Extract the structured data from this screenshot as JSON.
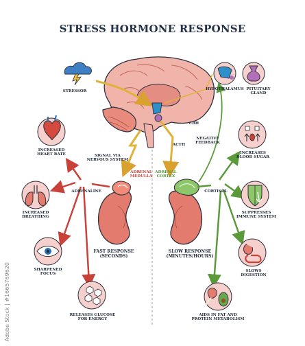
{
  "title": "STRESS HORMONE RESPONSE",
  "watermark": "Adobe Stock | #1665769620",
  "colors": {
    "outline": "#2b2f3a",
    "brain": "#f1b4aa",
    "brain_dark": "#e48d82",
    "kidney": "#e37b6e",
    "adrenal_fast": "#f28b7a",
    "adrenal_slow": "#8ec66a",
    "arrow_fast": "#c8423a",
    "arrow_slow": "#5a9a3a",
    "arrow_signal": "#e0b23a",
    "hypothalamus": "#2f8fc8",
    "pituitary": "#b06fb8"
  },
  "labels": {
    "stressor": "STRESSOR",
    "hypothalamus": "HYPOTHALAMUS",
    "pituitary": "PITUITARY\nGLAND",
    "crh": "CRH",
    "acth": "ACTH",
    "negative_feedback": "NEGATIVE\nFEEDBACK",
    "signal_nervous": "SIGNAL VIA\nNERVOUS SYSTEM",
    "adrenal_medulla": "ADRENAL\nMEDULLA",
    "adrenal_cortex": "ADRENAL\nCORTEX",
    "adrenaline": "ADRENALINE",
    "cortisol": "CORTISOL",
    "fast_response": "FAST RESPONSE\n(SECONDS)",
    "slow_response": "SLOW RESPONSE\n(MINUTES/HOURS)"
  },
  "effects_left": [
    {
      "label": "INCREASED\nHEART RATE",
      "icon": "heart-icon"
    },
    {
      "label": "INCREASED\nBREATHING",
      "icon": "lungs-icon"
    },
    {
      "label": "SHARPENED\nFOCUS",
      "icon": "eye-icon"
    },
    {
      "label": "RELEASES GLUCOSE\nFOR ENERGY",
      "icon": "glucose-icon"
    }
  ],
  "effects_right": [
    {
      "label": "INCREASES\nBLOOD SUGAR",
      "icon": "blood-sugar-icon"
    },
    {
      "label": "SUPPRESSES\nIMMUNE SYSTEM",
      "icon": "immune-shield-icon"
    },
    {
      "label": "SLOWS\nDIGESTION",
      "icon": "digestion-icon"
    },
    {
      "label": "AIDS IN FAT AND\nPROTEIN METABOLISM",
      "icon": "food-icon"
    }
  ]
}
